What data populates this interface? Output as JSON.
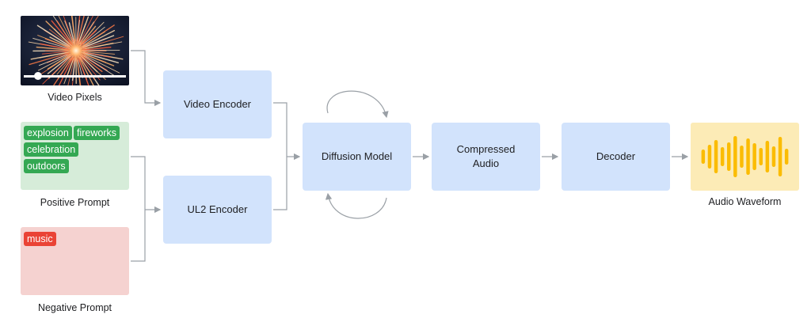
{
  "inputs": {
    "video": {
      "caption": "Video Pixels"
    },
    "positive_prompt": {
      "caption": "Positive Prompt",
      "tags": [
        "explosion",
        "fireworks",
        "celebration",
        "outdoors"
      ],
      "color": "#d6ecd9",
      "tag_color": "#34a853"
    },
    "negative_prompt": {
      "caption": "Negative Prompt",
      "tags": [
        "music"
      ],
      "color": "#f5d2d0",
      "tag_color": "#ea4335"
    }
  },
  "blocks": {
    "video_encoder": "Video Encoder",
    "ul2_encoder": "UL2 Encoder",
    "diffusion_model": "Diffusion Model",
    "compressed_audio_line1": "Compressed",
    "compressed_audio_line2": "Audio",
    "decoder": "Decoder"
  },
  "output": {
    "caption": "Audio Waveform",
    "color": "#fcebb6",
    "bar_color": "#fbbc04"
  },
  "colors": {
    "block": "#d2e3fc",
    "arrow": "#9aa0a6"
  }
}
